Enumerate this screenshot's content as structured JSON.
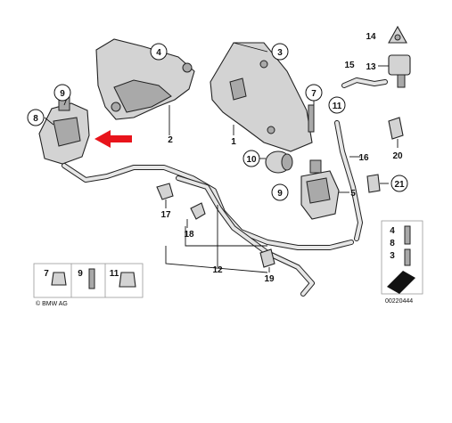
{
  "callouts": {
    "c1": "1",
    "c2": "2",
    "c3": "3",
    "c4": "4",
    "c5": "5",
    "c7": "7",
    "c8": "8",
    "c9a": "9",
    "c9b": "9",
    "c10": "10",
    "c11": "11",
    "c12": "12",
    "c13": "13",
    "c14": "14",
    "c15": "15",
    "c16": "16",
    "c17": "17",
    "c18": "18",
    "c19": "19",
    "c20": "20",
    "c21": "21"
  },
  "legend_bottom": {
    "n7": "7",
    "n9": "9",
    "n11": "11"
  },
  "legend_right": {
    "n4": "4",
    "n8": "8",
    "n3": "3"
  },
  "copyright": "© BMW AG",
  "diagram_id": "00220444",
  "colors": {
    "arrow": "#e8141b",
    "part": "#d3d3d3",
    "line": "#222222"
  }
}
